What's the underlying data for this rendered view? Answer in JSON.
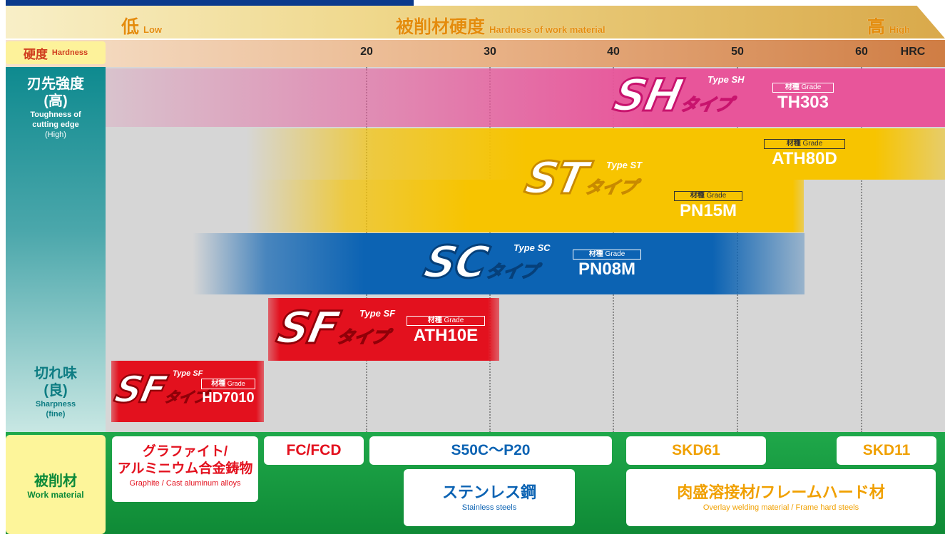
{
  "header": {
    "low_jp": "低",
    "low_en": "Low",
    "title_jp": "被削材硬度",
    "title_en": "Hardness of work material",
    "high_jp": "高",
    "high_en": "High"
  },
  "axis": {
    "label_jp": "硬度",
    "label_en": "Hardness",
    "ticks": [
      "20",
      "30",
      "40",
      "50",
      "60",
      "HRC"
    ]
  },
  "left_column": {
    "top_jp": "刃先強度",
    "top_jp2": "(高)",
    "top_en1": "Toughness of",
    "top_en2": "cutting edge",
    "top_en3": "(High)",
    "bottom_jp": "切れ味",
    "bottom_jp2": "(良)",
    "bottom_en1": "Sharpness",
    "bottom_en2": "(fine)"
  },
  "grade_label_jp": "材種",
  "grade_label_en": "Grade",
  "kana": "タイプ",
  "bands": {
    "sh": {
      "letters": "SH",
      "type": "Type SH",
      "grade": "TH303",
      "color": "#e8559a"
    },
    "st": {
      "letters": "ST",
      "type": "Type ST",
      "grade_upper": "ATH80D",
      "grade_lower": "PN15M",
      "color": "#f7c400"
    },
    "sc": {
      "letters": "SC",
      "type": "Type SC",
      "grade": "PN08M",
      "color": "#0c63b3"
    },
    "sf1": {
      "letters": "SF",
      "type": "Type SF",
      "grade": "ATH10E",
      "color": "#e3111e"
    },
    "sf2": {
      "letters": "SF",
      "type": "Type SF",
      "grade": "HD7010",
      "color": "#e3111e"
    }
  },
  "materials": {
    "label_jp": "被削材",
    "label_en": "Work material",
    "graphite_jp1": "グラファイト/",
    "graphite_jp2": "アルミニウム合金鋳物",
    "graphite_en": "Graphite / Cast aluminum alloys",
    "fc": "FC/FCD",
    "s50c": "S50C〜P20",
    "skd61": "SKD61",
    "skd11": "SKD11",
    "stainless_jp": "ステンレス鋼",
    "stainless_en": "Stainless steels",
    "overlay_jp": "肉盛溶接材/フレームハード材",
    "overlay_en": "Overlay welding material / Frame hard steels"
  }
}
